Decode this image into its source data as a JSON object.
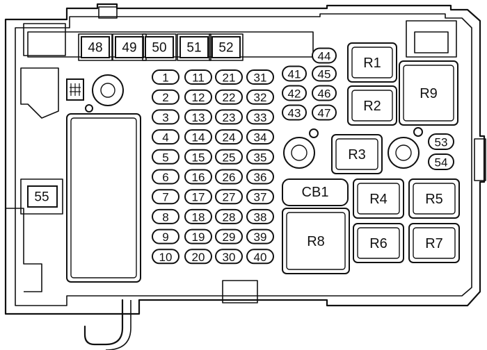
{
  "fuses_small": [
    "1",
    "2",
    "3",
    "4",
    "5",
    "6",
    "7",
    "8",
    "9",
    "10",
    "11",
    "12",
    "13",
    "14",
    "15",
    "16",
    "17",
    "18",
    "19",
    "20",
    "21",
    "22",
    "23",
    "24",
    "25",
    "26",
    "27",
    "28",
    "29",
    "30",
    "31",
    "32",
    "33",
    "34",
    "35",
    "36",
    "37",
    "38",
    "39",
    "40"
  ],
  "fuses_mid": [
    "41",
    "42",
    "43",
    "44",
    "45",
    "46",
    "47"
  ],
  "fuses_side": [
    "53",
    "54"
  ],
  "fuses_top": [
    "48",
    "49",
    "50",
    "51",
    "52"
  ],
  "fuse_55": "55",
  "relays": {
    "r1": "R1",
    "r2": "R2",
    "r3": "R3",
    "r4": "R4",
    "r5": "R5",
    "r6": "R6",
    "r7": "R7",
    "r8": "R8",
    "r9": "R9",
    "cb1": "CB1"
  }
}
